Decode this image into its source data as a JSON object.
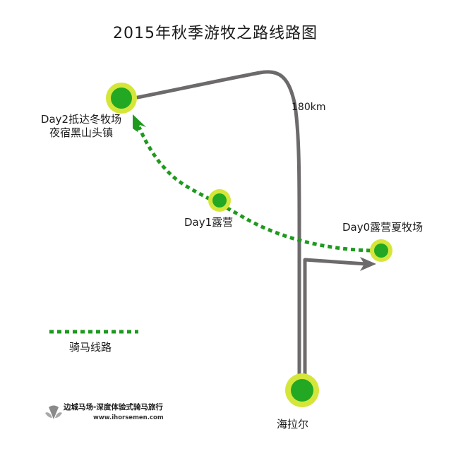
{
  "title": "2015年秋季游牧之路线路图",
  "road": {
    "distance_label": "180km",
    "color": "#6d6a6b"
  },
  "riding_route": {
    "color": "#1e9a1e"
  },
  "node_colors": {
    "ring": "#d5e63a",
    "fill": "#22a822"
  },
  "places": {
    "day2_line1": "Day2抵达冬牧场",
    "day2_line2": "夜宿黑山头镇",
    "day1": "Day1露营",
    "day0": "Day0露营夏牧场",
    "hailar": "海拉尔"
  },
  "legend": {
    "label": "骑马线路"
  },
  "footer": {
    "logo_icon": "shell-logo-icon",
    "brand": "边城马场-深度体验式骑马旅行",
    "url": "www.ihorsemen.com"
  }
}
